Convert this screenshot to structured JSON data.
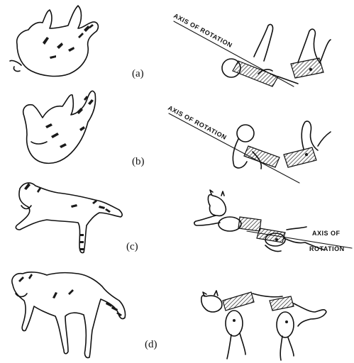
{
  "panels": [
    {
      "label": "(a)",
      "axis_text": "AXIS OF ROTATION"
    },
    {
      "label": "(b)",
      "axis_text": "AXIS OF ROTATION"
    },
    {
      "label": "(c)",
      "axis_text_line1": "AXIS OF",
      "axis_text_line2": "ROTATION"
    },
    {
      "label": "(d)"
    }
  ]
}
